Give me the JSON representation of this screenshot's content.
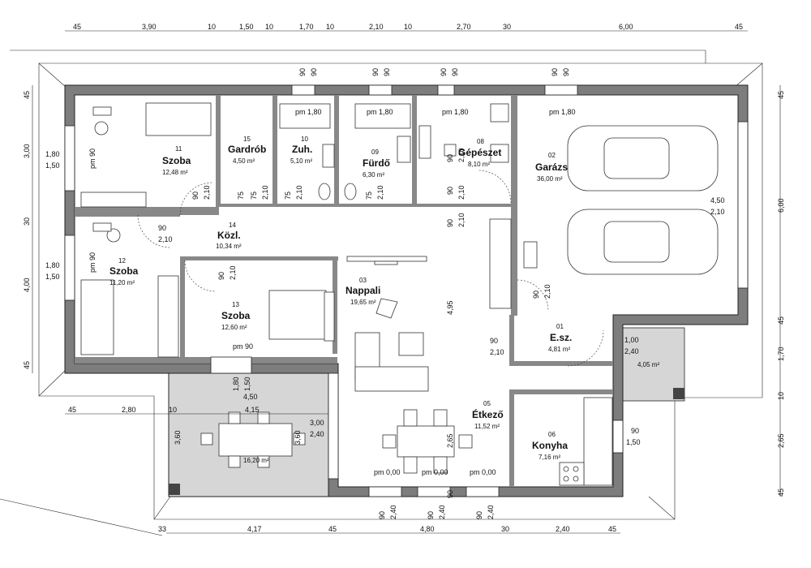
{
  "top_dims": [
    "45",
    "3,90",
    "10",
    "1,50",
    "10",
    "1,70",
    "10",
    "2,10",
    "10",
    "2,70",
    "30",
    "6,00",
    "45"
  ],
  "bottom_dims": [
    "33",
    "4,17",
    "45",
    "4,80",
    "30",
    "2,40",
    "45"
  ],
  "terrace_dims": [
    "45",
    "2,80",
    "10",
    "4,15",
    "4,50"
  ],
  "left_dims": [
    "45",
    "3,00",
    "30",
    "4,00",
    "45"
  ],
  "right_dims": [
    "45",
    "6,00",
    "45",
    "1,70",
    "10",
    "2,65",
    "45"
  ],
  "openings": [
    "90",
    "90",
    "90",
    "90",
    "90",
    "90",
    "90",
    "90",
    "90",
    "90",
    "90",
    "90",
    "90",
    "90",
    "90",
    "90",
    "90",
    "90",
    "90"
  ],
  "window_labels": {
    "w1": "1,80",
    "w1b": "1,50",
    "w2": "1,80",
    "w2b": "1,50",
    "w_ter": "1,80",
    "w_terb": "1,50",
    "w_gar": "4,50",
    "w_garb": "2,10",
    "w_kon": "90",
    "w_konb": "1,50",
    "w_nap": "3,00",
    "w_napb": "2,40",
    "h_ter_l": "3,60",
    "h_ter_r": "3,60",
    "h_et": "2,65",
    "h_nap": "4,95",
    "esz_dim": "1,00",
    "esz_dimb": "2,40",
    "esz_door": "90",
    "esz_doorb": "2,10"
  },
  "door_labels": [
    "2,10",
    "2,10",
    "2,10",
    "2,10",
    "2,10",
    "2,10",
    "2,10",
    "2,10",
    "2,10",
    "2,10",
    "75",
    "75",
    "75",
    "75"
  ],
  "sill_labels": {
    "pm_a": "pm 1,80",
    "pm_b": "pm 1,80",
    "pm_c": "pm 1,80",
    "pm_d": "pm 1,80",
    "pm_90a": "pm 90",
    "pm_90b": "pm 90",
    "pm_90c": "pm 90",
    "pm_0a": "pm 0,00",
    "pm_0b": "pm 0,00",
    "pm_0c": "pm 0,00",
    "bottom_a": "2,40",
    "bottom_b": "2,40",
    "bottom_c": "2,40"
  },
  "rooms": [
    {
      "num": "11",
      "name": "Szoba",
      "area": "12,48 m²"
    },
    {
      "num": "15",
      "name": "Gardrób",
      "area": "4,50 m²"
    },
    {
      "num": "10",
      "name": "Zuh.",
      "area": "5,10 m²"
    },
    {
      "num": "09",
      "name": "Fürdő",
      "area": "6,30 m²"
    },
    {
      "num": "08",
      "name": "Gépészet",
      "area": "8,10 m²"
    },
    {
      "num": "02",
      "name": "Garázs",
      "area": "36,00 m²"
    },
    {
      "num": "14",
      "name": "Közl.",
      "area": "10,34 m²"
    },
    {
      "num": "12",
      "name": "Szoba",
      "area": "11,20 m²"
    },
    {
      "num": "13",
      "name": "Szoba",
      "area": "12,60 m²"
    },
    {
      "num": "03",
      "name": "Nappali",
      "area": "19,65 m²"
    },
    {
      "num": "01",
      "name": "E.sz.",
      "area": "4,81 m²"
    },
    {
      "num": "05",
      "name": "Étkező",
      "area": "11,52 m²"
    },
    {
      "num": "06",
      "name": "Konyha",
      "area": "7,16 m²"
    }
  ],
  "terrace_area": "16,20 m²",
  "entry_area": "4,05 m²"
}
